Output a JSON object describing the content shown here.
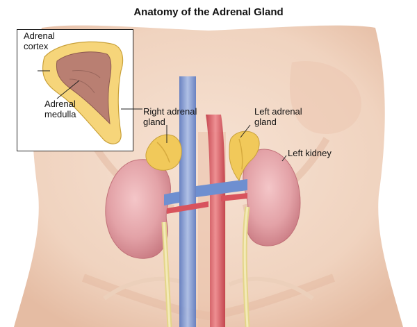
{
  "title": "Anatomy of the Adrenal Gland",
  "labels": {
    "adrenal_cortex": "Adrenal\ncortex",
    "adrenal_medulla": "Adrenal\nmedulla",
    "right_adrenal_gland": "Right adrenal\ngland",
    "left_adrenal_gland": "Left adrenal\ngland",
    "left_kidney": "Left kidney"
  },
  "colors": {
    "skin": "#f3d9c7",
    "skin_shadow": "#e6bea6",
    "kidney": "#e3a3a8",
    "adrenal": "#f1c95a",
    "adrenal_cortex": "#f6d57a",
    "adrenal_medulla": "#b97f72",
    "vein": "#6e8fd0",
    "artery": "#d8535d",
    "ureter": "#eee4a8"
  }
}
